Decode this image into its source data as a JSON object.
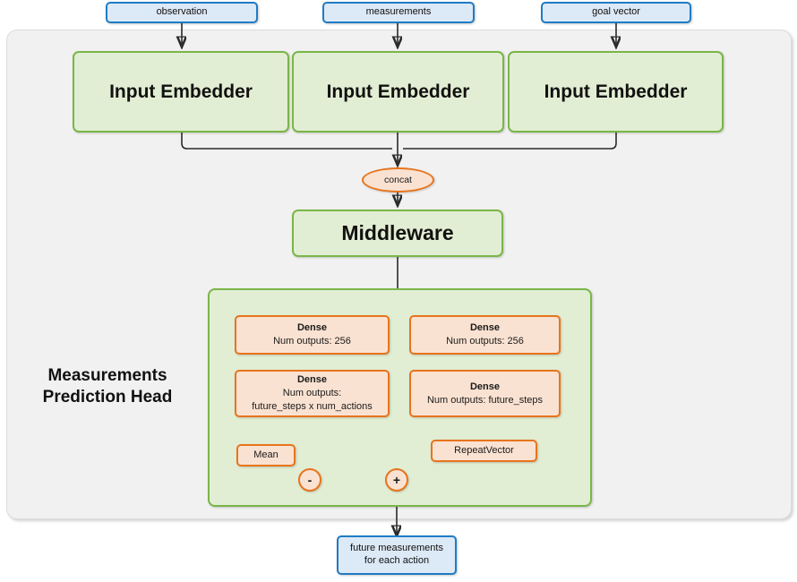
{
  "diagram": {
    "title": "Measurements Prediction Head network architecture",
    "colors": {
      "panel_bg": "#f1f1f1",
      "blue_fill": "#dce9f7",
      "blue_stroke": "#1f7cc4",
      "green_fill": "#e2eed4",
      "green_stroke": "#7ab648",
      "orange_fill": "#fae2d2",
      "orange_stroke": "#e8741c",
      "wire": "#2b2b2b"
    }
  },
  "inputs": [
    {
      "label": "observation"
    },
    {
      "label": "measurements"
    },
    {
      "label": "goal vector"
    }
  ],
  "embedders": [
    {
      "label": "Input Embedder"
    },
    {
      "label": "Input Embedder"
    },
    {
      "label": "Input Embedder"
    }
  ],
  "concat": {
    "label": "concat"
  },
  "middleware": {
    "label": "Middleware"
  },
  "head": {
    "title_line1": "Measurements",
    "title_line2": "Prediction Head",
    "left_branch": {
      "dense_1": {
        "title": "Dense",
        "detail": "Num outputs: 256"
      },
      "dense_2": {
        "title": "Dense",
        "detail_line1": "Num outputs:",
        "detail_line2": "future_steps x num_actions"
      },
      "mean": {
        "label": "Mean"
      }
    },
    "right_branch": {
      "dense_1": {
        "title": "Dense",
        "detail": "Num outputs: 256"
      },
      "dense_2": {
        "title": "Dense",
        "detail": "Num outputs: future_steps"
      },
      "repeat_vector": {
        "label": "RepeatVector"
      }
    },
    "operators": {
      "subtract": {
        "symbol": "-"
      },
      "add": {
        "symbol": "+"
      }
    }
  },
  "output": {
    "line1": "future measurements",
    "line2": "for each action"
  }
}
